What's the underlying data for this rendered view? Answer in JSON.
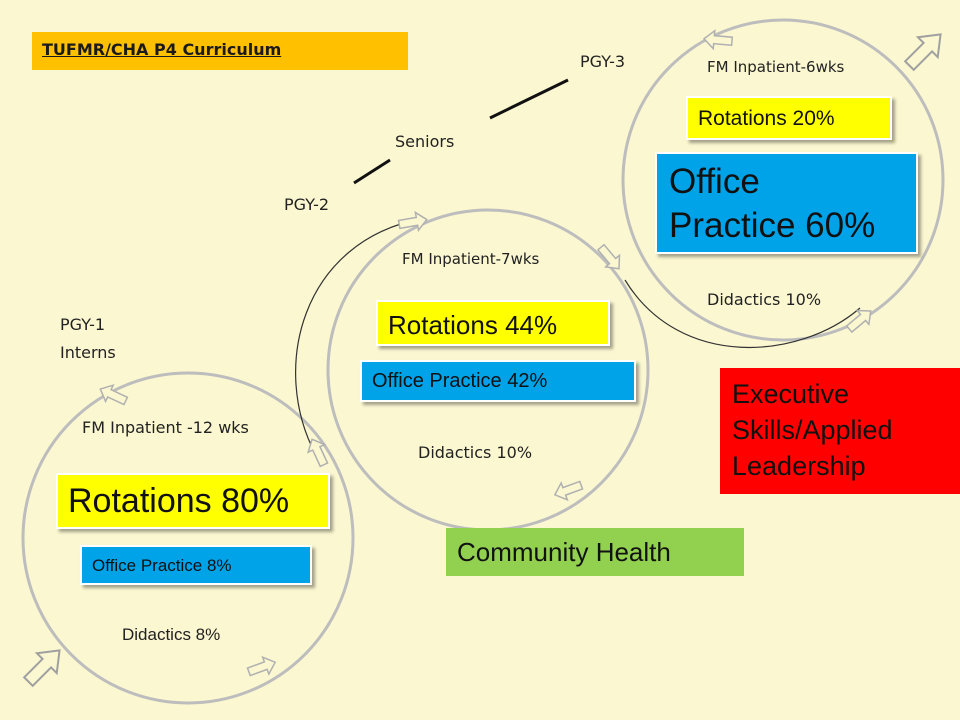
{
  "title": "TUFMR/CHA P4 Curriculum",
  "path_labels": {
    "pgy3": "PGY-3",
    "seniors": "Seniors",
    "pgy2": "PGY-2",
    "pgy1": "PGY-1",
    "interns": "Interns"
  },
  "cycle1": {
    "inpatient": "FM Inpatient -12 wks",
    "rotations": "Rotations  80%",
    "office": "Office Practice 8%",
    "didactics": "Didactics 8%"
  },
  "cycle2": {
    "inpatient": "FM Inpatient-7wks",
    "rotations": "Rotations 44%",
    "office": "Office Practice  42%",
    "didactics": "Didactics  10%"
  },
  "cycle3": {
    "inpatient": "FM Inpatient-6wks",
    "rotations": "Rotations  20%",
    "office_line1": "Office",
    "office_line2": "Practice 60%",
    "didactics": "Didactics  10%"
  },
  "community_health": "Community Health",
  "executive": {
    "line1": "Executive",
    "line2": "Skills/Applied",
    "line3": "Leadership"
  },
  "colors": {
    "background": "#fbf7d1",
    "title_box": "#ffc000",
    "rotations": "#ffff00",
    "office_practice": "#00a2e8",
    "community_health": "#92d050",
    "executive": "#ff0000",
    "circle": "#bdbdbd"
  }
}
